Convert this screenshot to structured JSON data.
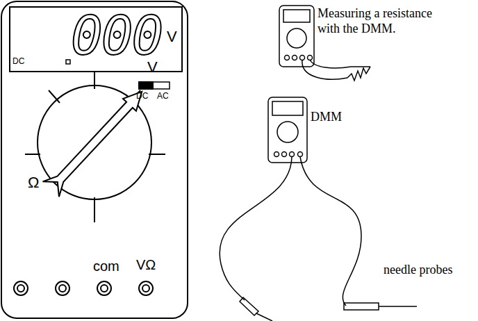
{
  "diagram": {
    "labels": [
      "DC",
      "000",
      "V",
      "DC",
      "AC",
      "V",
      "Ω",
      "com",
      "VΩ",
      "Measuring a resistance with the DMM.",
      "DMM",
      "needle probes"
    ]
  }
}
